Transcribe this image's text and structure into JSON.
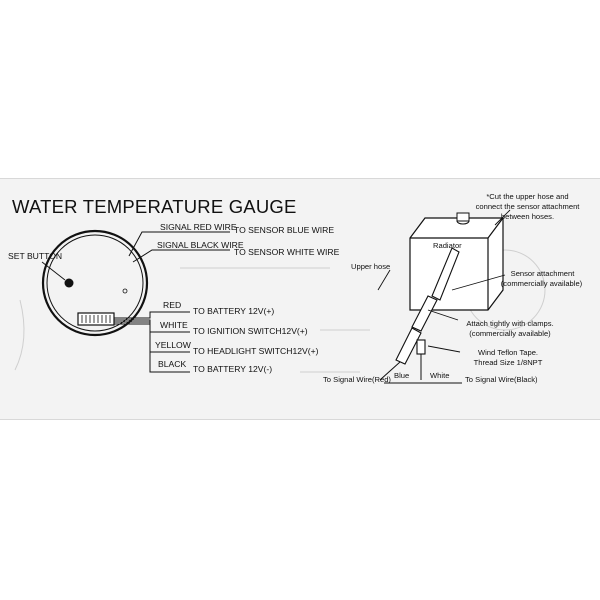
{
  "title": "WATER TEMPERATURE GAUGE",
  "gauge": {
    "set_button": "SET BUTTON"
  },
  "wires": [
    {
      "color": "SIGNAL RED WIRE",
      "connection": "TO SENSOR BLUE WIRE"
    },
    {
      "color": "SIGNAL BLACK WIRE",
      "connection": "TO SENSOR WHITE WIRE"
    },
    {
      "color": "RED",
      "connection": "TO BATTERY 12V(+)"
    },
    {
      "color": "WHITE",
      "connection": "TO IGNITION SWITCH12V(+)"
    },
    {
      "color": "YELLOW",
      "connection": "TO HEADLIGHT SWITCH12V(+)"
    },
    {
      "color": "BLACK",
      "connection": "TO BATTERY 12V(-)"
    }
  ],
  "install": {
    "note_line1": "*Cut the upper hose and",
    "note_line2": "connect the sensor attachment",
    "note_line3": "between hoses.",
    "radiator": "Radiator",
    "upper_hose": "Upper hose",
    "sensor_attachment_line1": "Sensor attachment",
    "sensor_attachment_line2": "(commercially available)",
    "clamps_line1": "Attach tightly with clamps.",
    "clamps_line2": "(commercially available)",
    "teflon_line1": "Wind Teflon Tape.",
    "teflon_line2": "Thread Size 1/8NPT",
    "blue": "Blue",
    "white": "White",
    "signal_red": "To Signal Wire(Red)",
    "signal_black": "To Signal Wire(Black)"
  },
  "colors": {
    "ink": "#111111",
    "sheet": "#f3f3f3",
    "bleed": "#c9c9c9"
  }
}
